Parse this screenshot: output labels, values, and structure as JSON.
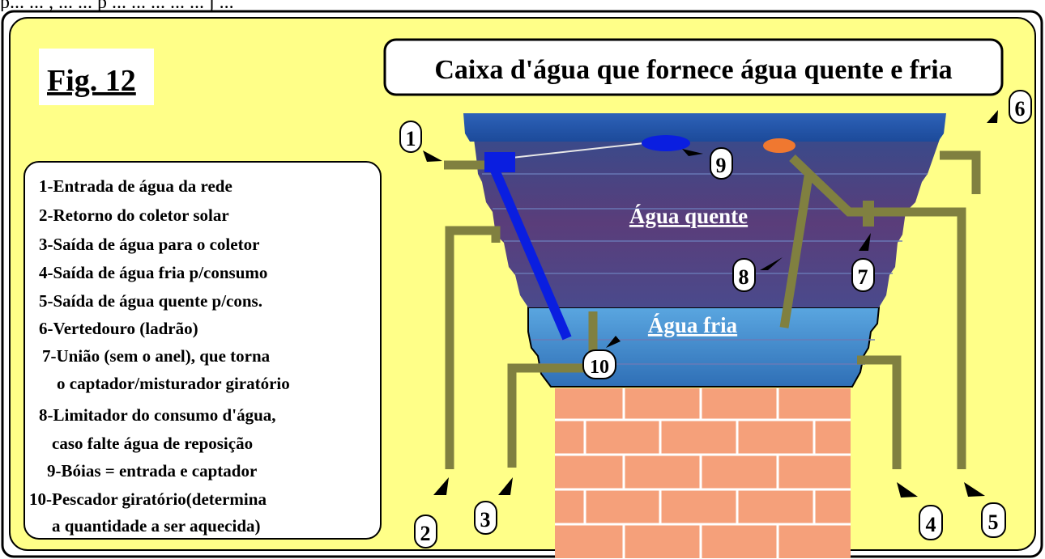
{
  "top_cut_text": "p... ... , ... ... p ... ... ... ... ... j ...",
  "figure_label": "Fig. 12",
  "title": "Caixa d'água que fornece água quente e fria",
  "zones": {
    "hot": "Água quente",
    "cold": "Água fria"
  },
  "legend": [
    "1-Entrada de água da rede",
    "2-Retorno do coletor solar",
    "3-Saída de água para o coletor",
    "4-Saída de água fria p/consumo",
    "5-Saída de água quente p/cons.",
    "6-Vertedouro (ladrão)",
    "7-União (sem o anel), que torna",
    "o captador/misturador giratório",
    "8-Limitador do consumo  d'água,",
    "caso falte água de reposição",
    "9-Bóias = entrada e captador",
    "10-Pescador giratório(determina",
    "a quantidade a ser aquecida)"
  ],
  "callouts": [
    "1",
    "2",
    "3",
    "4",
    "5",
    "6",
    "7",
    "8",
    "9",
    "10"
  ],
  "colors": {
    "background": "#ffff88",
    "pipe": "#808040",
    "hot_water": "#5a3d7a",
    "cold_water": "#3f88c8",
    "tank_rim": "#2456a8",
    "brick": "#f5a07a",
    "float_blue": "#0a1ee0",
    "float_orange": "#f07830"
  }
}
